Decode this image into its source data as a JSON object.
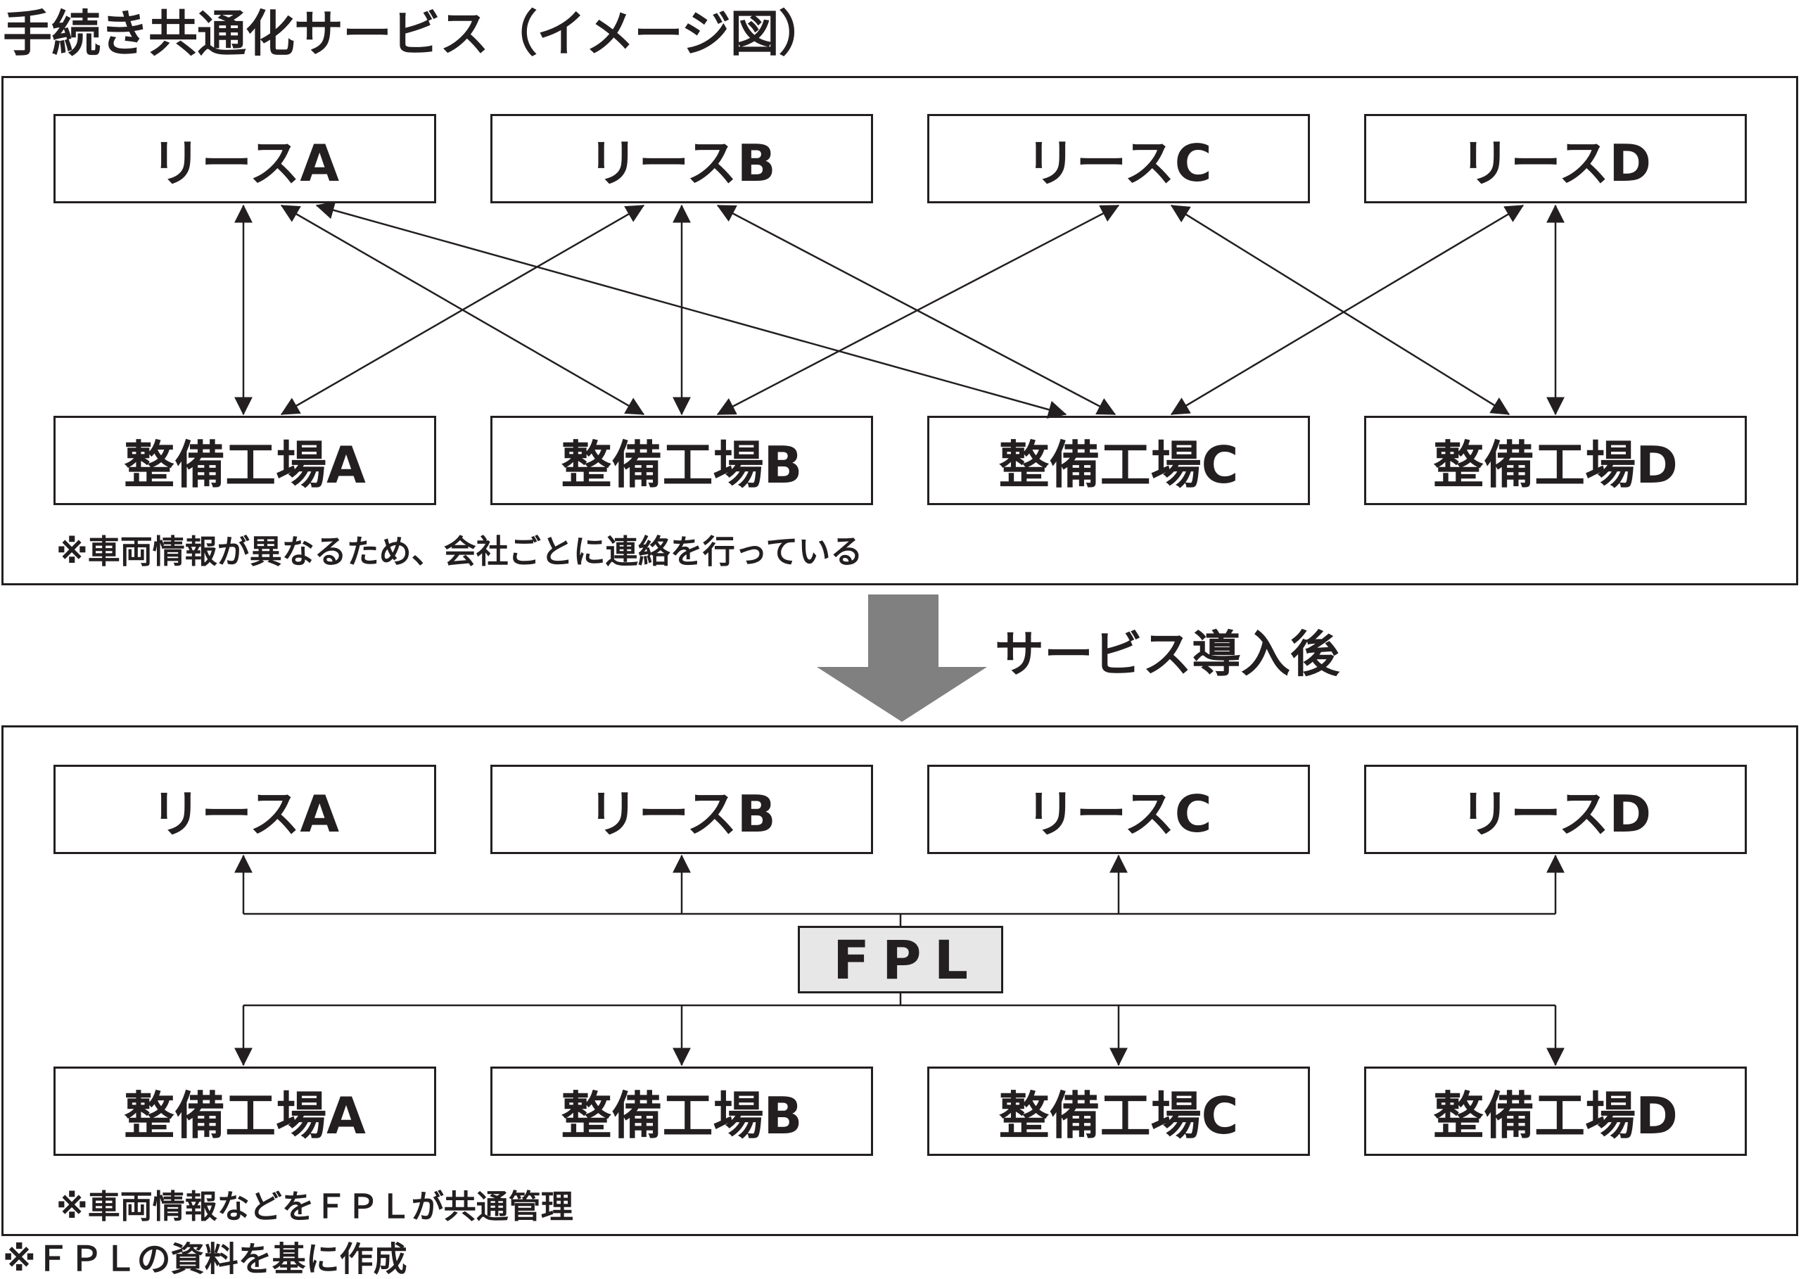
{
  "title": "手続き共通化サービス（イメージ図）",
  "before": {
    "leases": [
      "リースA",
      "リースB",
      "リースC",
      "リースD"
    ],
    "shops": [
      "整備工場A",
      "整備工場B",
      "整備工場C",
      "整備工場D"
    ],
    "note": "※車両情報が異なるため、会社ごとに連絡を行っている"
  },
  "transition_label": "サービス導入後",
  "after": {
    "leases": [
      "リースA",
      "リースB",
      "リースC",
      "リースD"
    ],
    "hub": "FPL",
    "shops": [
      "整備工場A",
      "整備工場B",
      "整備工場C",
      "整備工場D"
    ],
    "note": "※車両情報などをＦＰＬが共通管理"
  },
  "source": "※ＦＰＬの資料を基に作成",
  "colors": {
    "ink": "#231f20",
    "arrow_gray": "#808080",
    "hub_fill": "#e7e7e8"
  }
}
